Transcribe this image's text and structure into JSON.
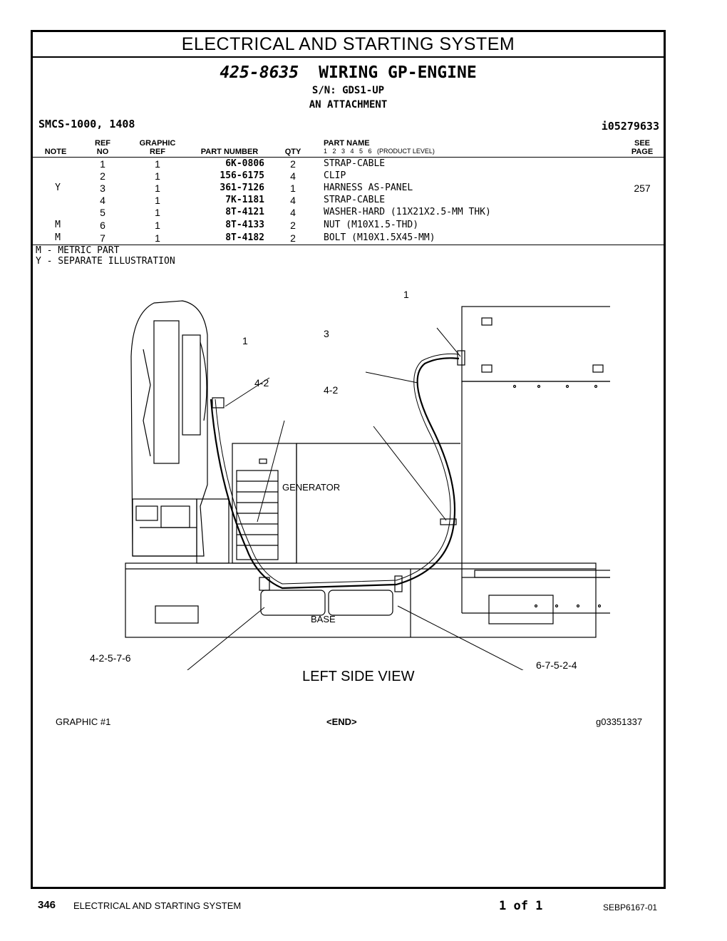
{
  "header": {
    "title": "ELECTRICAL AND STARTING SYSTEM"
  },
  "group": {
    "number": "425-8635",
    "name": "WIRING GP-ENGINE",
    "serial": "S/N: GDS1-UP",
    "attachment": "AN ATTACHMENT",
    "smcs": "SMCS-1000, 1408",
    "illustration_id": "i05279633"
  },
  "columns": {
    "note": "NOTE",
    "ref_top": "REF",
    "ref_bottom": "NO",
    "graphic_top": "GRAPHIC",
    "graphic_bottom": "REF",
    "part_number": "PART NUMBER",
    "qty": "QTY",
    "part_name": "PART NAME",
    "levels": "1   2   3   4   5   6   (PRODUCT LEVEL)",
    "see_top": "SEE",
    "see_bottom": "PAGE"
  },
  "parts": [
    {
      "note": "",
      "ref": "1",
      "graphic": "1",
      "part": "6K-0806",
      "qty": "2",
      "name": "STRAP-CABLE",
      "see": ""
    },
    {
      "note": "",
      "ref": "2",
      "graphic": "1",
      "part": "156-6175",
      "qty": "4",
      "name": "CLIP",
      "see": ""
    },
    {
      "note": "Y",
      "ref": "3",
      "graphic": "1",
      "part": "361-7126",
      "qty": "1",
      "name": "HARNESS AS-PANEL",
      "see": "257"
    },
    {
      "note": "",
      "ref": "4",
      "graphic": "1",
      "part": "7K-1181",
      "qty": "4",
      "name": "STRAP-CABLE",
      "see": ""
    },
    {
      "note": "",
      "ref": "5",
      "graphic": "1",
      "part": "8T-4121",
      "qty": "4",
      "name": "WASHER-HARD (11X21X2.5-MM THK)",
      "see": ""
    },
    {
      "note": "M",
      "ref": "6",
      "graphic": "1",
      "part": "8T-4133",
      "qty": "2",
      "name": "NUT (M10X1.5-THD)",
      "see": ""
    },
    {
      "note": "M",
      "ref": "7",
      "graphic": "1",
      "part": "8T-4182",
      "qty": "2",
      "name": "BOLT (M10X1.5X45-MM)",
      "see": ""
    }
  ],
  "legend": {
    "metric": "M - METRIC PART",
    "separate": "Y - SEPARATE ILLUSTRATION"
  },
  "diagram": {
    "callouts": {
      "c1a": "1",
      "c1b": "1",
      "c3": "3",
      "c42a": "4-2",
      "c42b": "4-2",
      "c42576": "4-2-5-7-6",
      "c67524": "6-7-5-2-4"
    },
    "labels": {
      "generator": "GENERATOR",
      "base": "BASE",
      "view": "LEFT SIDE VIEW"
    }
  },
  "graphic_footer": {
    "graphic": "GRAPHIC #1",
    "end": "<END>",
    "graphic_id": "g03351337"
  },
  "page_footer": {
    "page_number": "346",
    "section": "ELECTRICAL AND STARTING SYSTEM",
    "page_of": "1 of 1",
    "doc_id": "SEBP6167-01"
  }
}
